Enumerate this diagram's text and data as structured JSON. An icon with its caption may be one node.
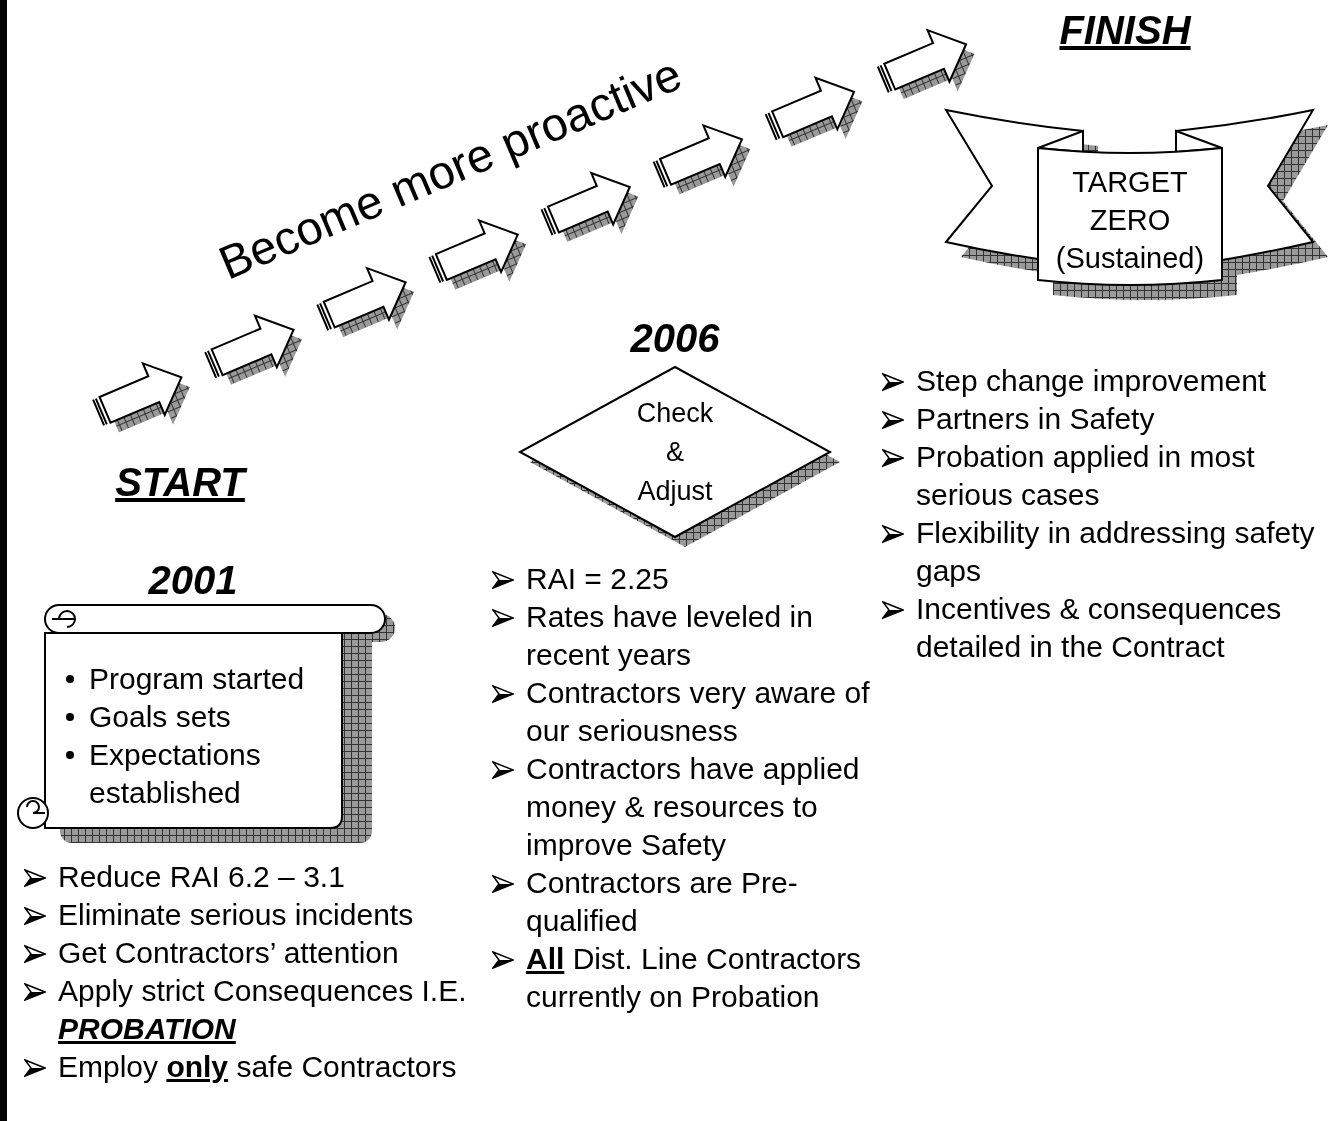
{
  "diagram": {
    "nodes": [
      {
        "text": [
          "2001",
          "Program started",
          "Goals sets",
          "Expectations established"
        ]
      },
      {
        "text": [
          "2006",
          "Check & Adjust"
        ]
      },
      {
        "text": [
          "TARGET ZERO (Sustained)"
        ]
      }
    ],
    "labels": [
      "Become more proactive",
      "FINISH",
      "START",
      "Reduce RAI  6.2 – 3.1",
      "Eliminate serious incidents",
      "Get Contractors’ attention",
      "Apply strict Consequences I.E. *PROBATION*",
      "Employ **only** safe Contractors",
      "RAI = 2.25",
      "Rates have leveled in recent years",
      "Contractors very aware of our seriousness",
      "Contractors have applied money & resources to improve Safety",
      "Contractors are Pre-qualified",
      "**All** Dist. Line Contractors currently on Probation",
      "Step change improvement",
      "Partners in Safety",
      "Probation applied in most serious cases",
      "Flexibility in addressing safety gaps",
      "Incentives & consequences detailed in the Contract"
    ]
  }
}
